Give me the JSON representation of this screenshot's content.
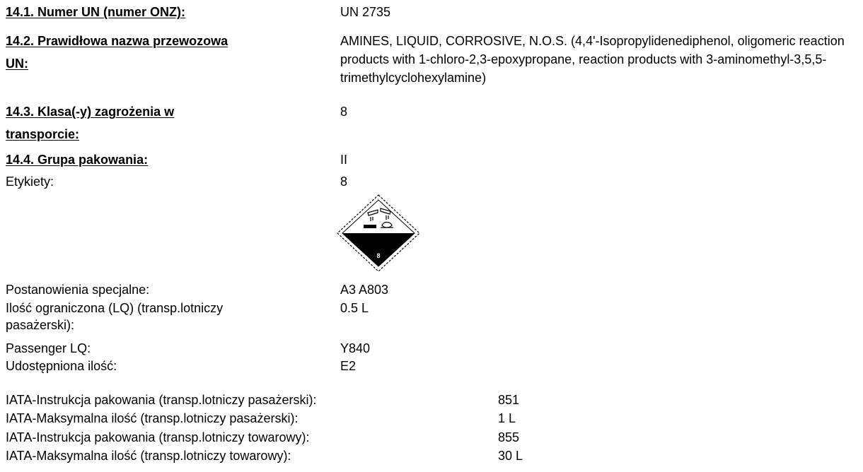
{
  "sec14_1": {
    "label": "14.1. Numer UN (numer ONZ):",
    "value": "UN 2735"
  },
  "sec14_2": {
    "label": "14.2. Prawidłowa nazwa przewozowa UN:",
    "value": "AMINES, LIQUID, CORROSIVE, N.O.S. (4,4'-Isopropylidenediphenol, oligomeric reaction products with 1-chloro-2,3-epoxypropane, reaction products with 3-aminomethyl-3,5,5-trimethylcyclohexylamine)"
  },
  "sec14_3": {
    "label": "14.3. Klasa(-y) zagrożenia w transporcie:",
    "value": "8"
  },
  "sec14_4": {
    "label": "14.4. Grupa pakowania:",
    "value": "II"
  },
  "labels_row": {
    "label": "Etykiety:",
    "value": "8"
  },
  "pictogram": {
    "icon": "corrosive-class-8-diamond-icon",
    "class_number": "8"
  },
  "special": {
    "label": "Postanowienia specjalne:",
    "value": "A3 A803"
  },
  "lq": {
    "label": "Ilość ograniczona (LQ) (transp.lotniczy pasażerski):",
    "value": "0.5 L"
  },
  "passenger_lq": {
    "label": "Passenger LQ:",
    "value": "Y840"
  },
  "excepted": {
    "label": "Udostępniona ilość:",
    "value": "E2"
  },
  "iata": [
    {
      "label": "IATA-Instrukcja pakowania (transp.lotniczy pasażerski):",
      "value": "851"
    },
    {
      "label": "IATA-Maksymalna ilość (transp.lotniczy pasażerski):",
      "value": "1 L"
    },
    {
      "label": "IATA-Instrukcja pakowania (transp.lotniczy towarowy):",
      "value": "855"
    },
    {
      "label": "IATA-Maksymalna ilość (transp.lotniczy towarowy):",
      "value": "30 L"
    }
  ]
}
